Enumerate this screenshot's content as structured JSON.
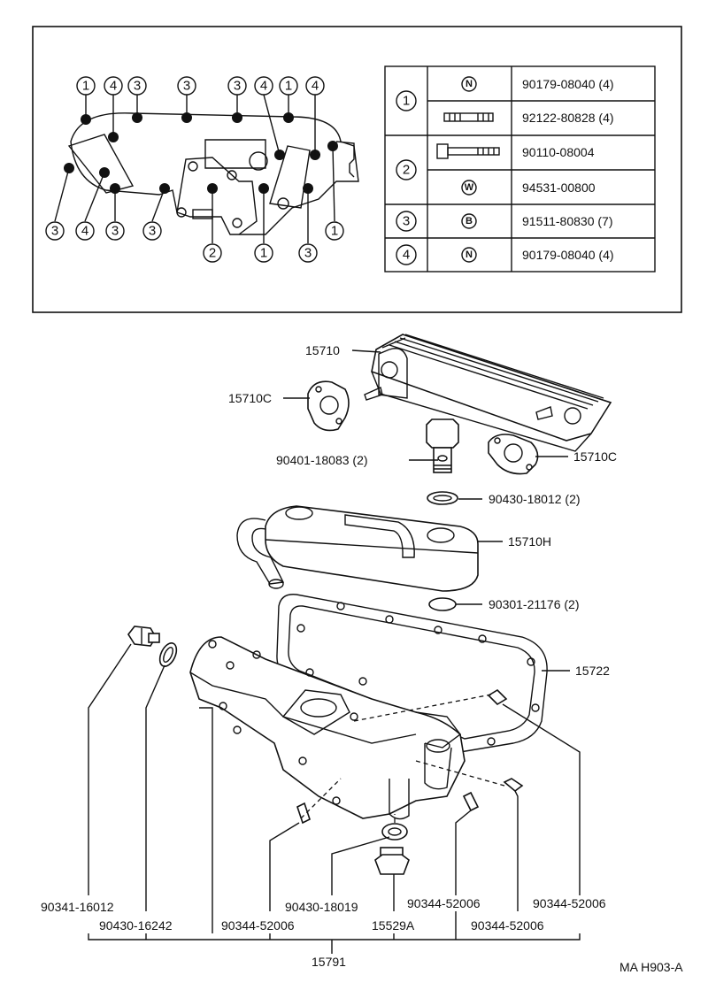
{
  "inset": {
    "callouts_top": [
      "1",
      "4",
      "3",
      "3",
      "3",
      "4",
      "1",
      "4"
    ],
    "callouts_bottom": [
      "3",
      "4",
      "3",
      "3",
      "2",
      "1",
      "3",
      "1"
    ],
    "table": [
      {
        "ref": "1",
        "rows": [
          {
            "symbol": "N",
            "icon": "nut-icon",
            "part": "90179-08040 (4)"
          },
          {
            "symbol": "",
            "icon": "stud-bolt-icon",
            "part": "92122-80828 (4)"
          }
        ]
      },
      {
        "ref": "2",
        "rows": [
          {
            "symbol": "",
            "icon": "bolt-icon",
            "part": "90110-08004"
          },
          {
            "symbol": "W",
            "icon": "washer-icon",
            "part": "94531-00800"
          }
        ]
      },
      {
        "ref": "3",
        "rows": [
          {
            "symbol": "B",
            "icon": "bolt-symbol-icon",
            "part": "91511-80830 (7)"
          }
        ]
      },
      {
        "ref": "4",
        "rows": [
          {
            "symbol": "N",
            "icon": "nut-icon",
            "part": "90179-08040 (4)"
          }
        ]
      }
    ]
  },
  "labels": {
    "l_15710": "15710",
    "l_15710c_a": "15710C",
    "l_90401": "90401-18083 (2)",
    "l_15710c_b": "15710C",
    "l_90430_a": "90430-18012 (2)",
    "l_15710h": "15710H",
    "l_90301": "90301-21176 (2)",
    "l_15722": "15722",
    "l_90341": "90341-16012",
    "l_90430_b": "90430-16242",
    "l_90344_a": "90344-52006",
    "l_90430_c": "90430-18019",
    "l_15529a": "15529A",
    "l_90344_b": "90344-52006",
    "l_90344_c": "90344-52006",
    "l_90344_d": "90344-52006",
    "l_15791": "15791",
    "code": "MA H903-A"
  }
}
